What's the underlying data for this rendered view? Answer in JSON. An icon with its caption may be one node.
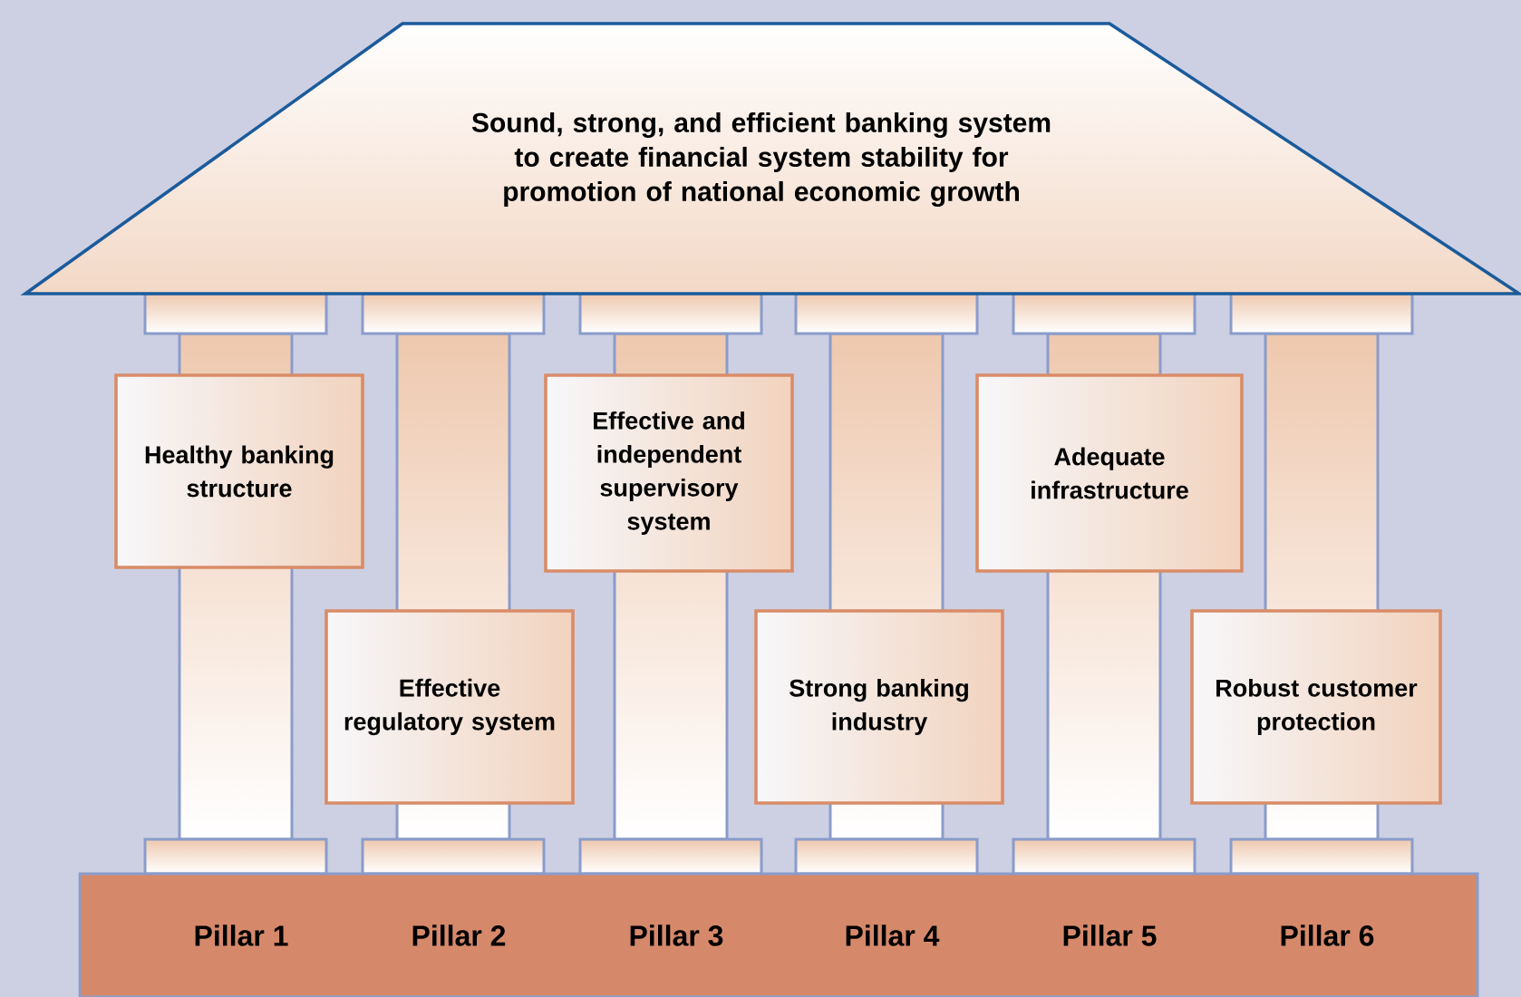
{
  "diagram": {
    "nodes": [
      {
        "text": [
          "Sound, strong, and efficient banking system to create financial system stability for promotion of national economic growth"
        ]
      },
      {
        "text": [
          "Healthy banking structure"
        ]
      },
      {
        "text": [
          "Effective regulatory system"
        ]
      },
      {
        "text": [
          "Effective and independent supervisory system"
        ]
      },
      {
        "text": [
          "Strong banking industry"
        ]
      },
      {
        "text": [
          "Adequate infrastructure"
        ]
      },
      {
        "text": [
          "Robust customer protection"
        ]
      },
      {
        "text": [
          "Pillar 1",
          "Pillar 2",
          "Pillar 3",
          "Pillar 4",
          "Pillar 5",
          "Pillar 6"
        ]
      }
    ]
  }
}
